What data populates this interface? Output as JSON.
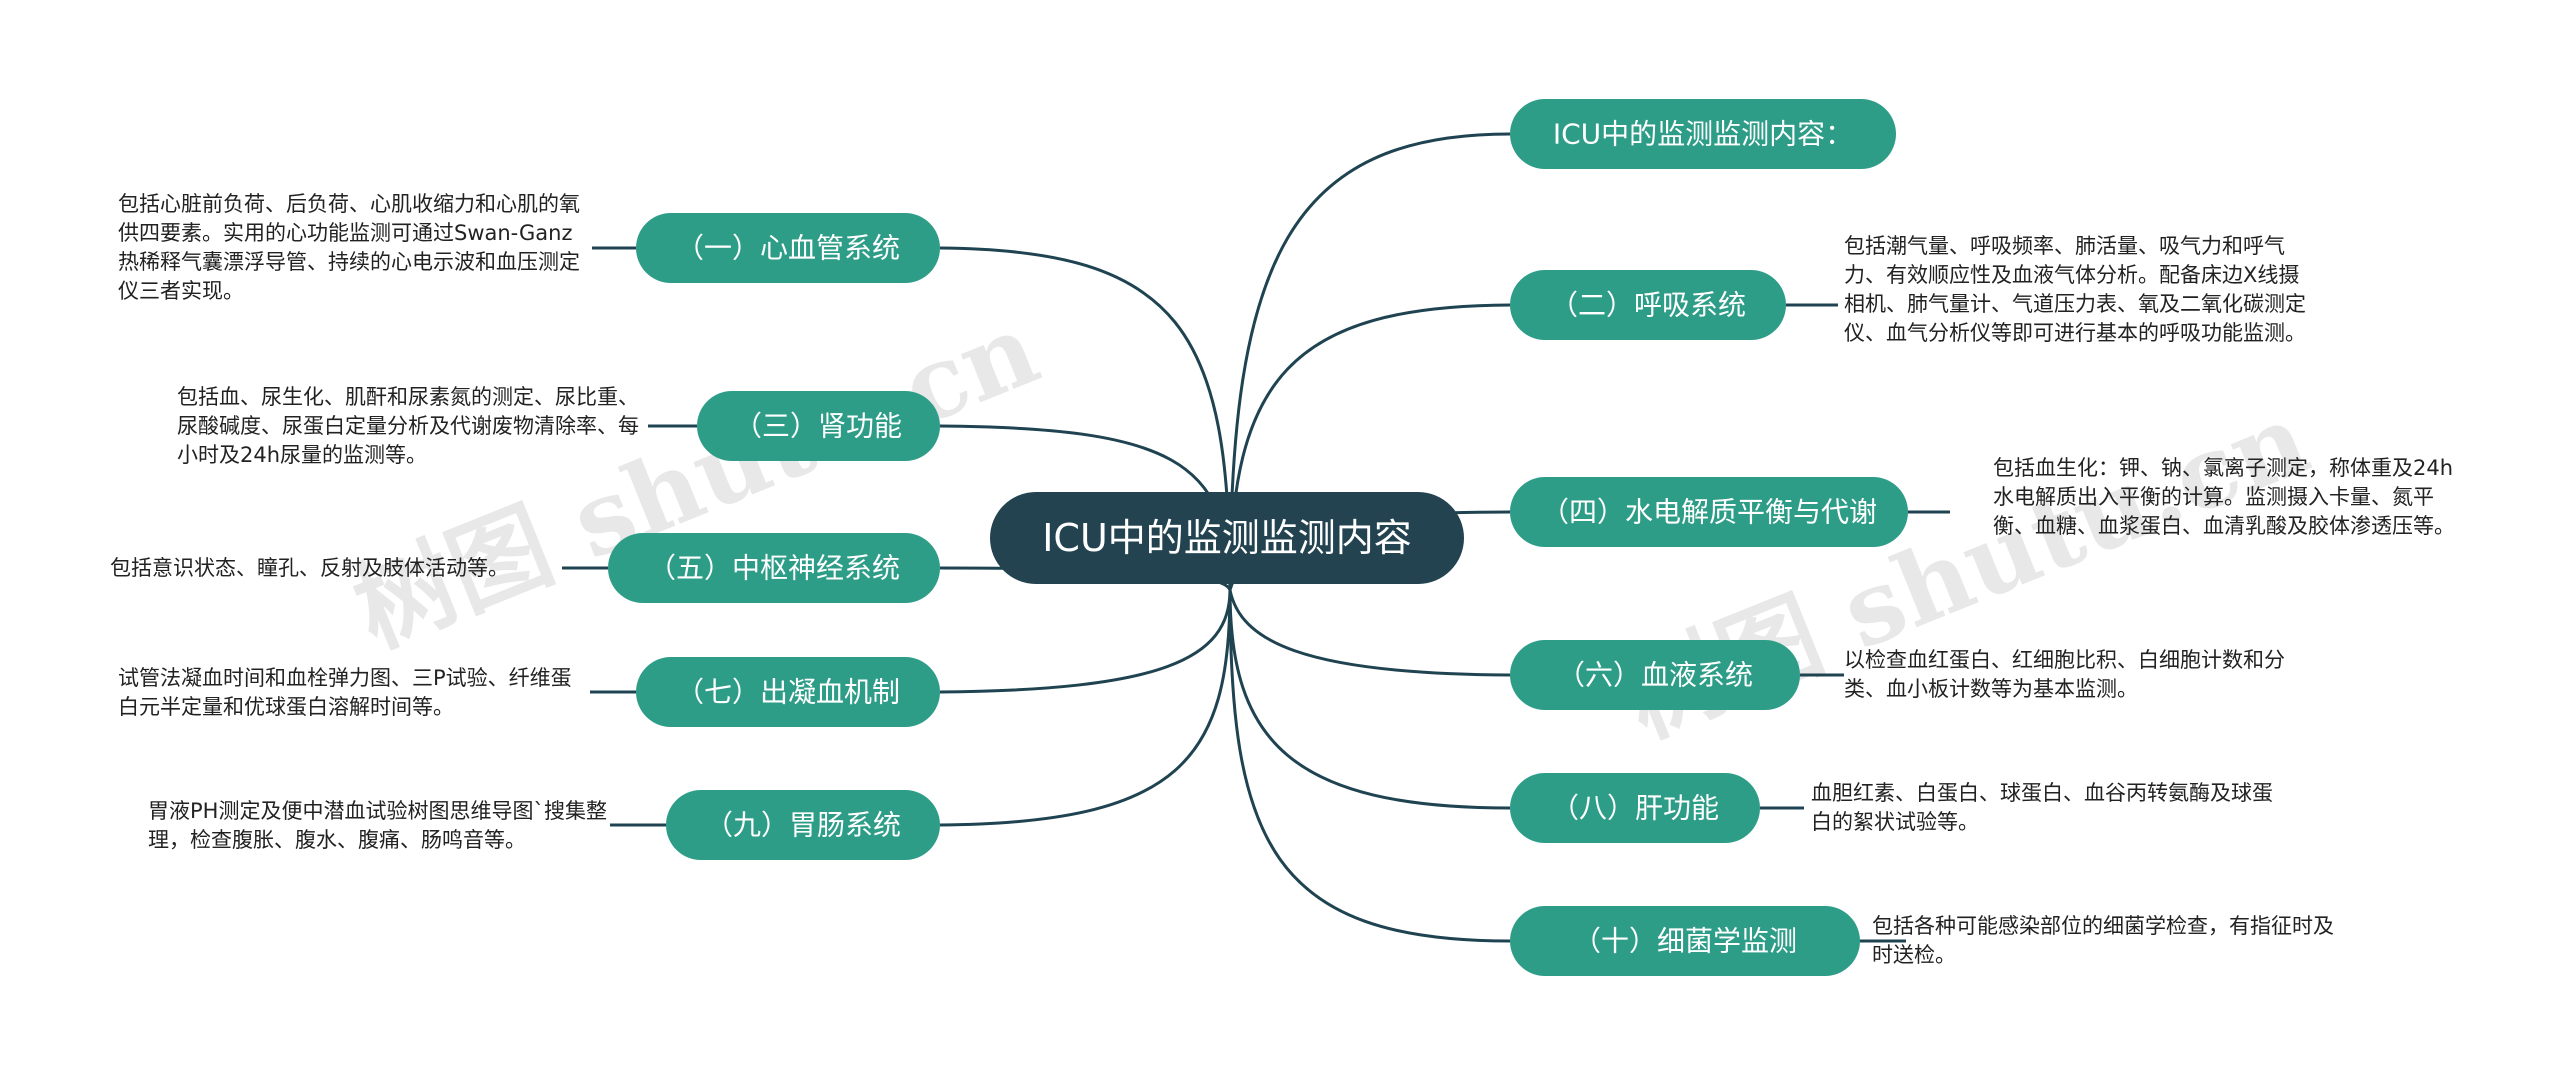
{
  "colors": {
    "root_fill": "#234350",
    "branch_fill": "#2e9d88",
    "line": "#1f4351",
    "text_dark": "#222222"
  },
  "watermark": "树图 shutu.cn",
  "root": {
    "label": "ICU中的监测监测内容"
  },
  "branches": [
    {
      "id": "b1",
      "label": "（一）心血管系统",
      "desc": "包括心脏前负荷、后负荷、心肌收缩力和心肌的氧供四要素。实用的心功能监测可通过Swan-Ganz热稀释气囊漂浮导管、持续的心电示波和血压测定仪三者实现。"
    },
    {
      "id": "b3",
      "label": "（三）肾功能",
      "desc": "包括血、尿生化、肌酐和尿素氮的测定、尿比重、尿酸碱度、尿蛋白定量分析及代谢废物清除率、每小时及24h尿量的监测等。"
    },
    {
      "id": "b5",
      "label": "（五）中枢神经系统",
      "desc": "包括意识状态、瞳孔、反射及肢体活动等。"
    },
    {
      "id": "b7",
      "label": "（七）出凝血机制",
      "desc": "试管法凝血时间和血栓弹力图、三P试验、纤维蛋白元半定量和优球蛋白溶解时间等。"
    },
    {
      "id": "b9",
      "label": "（九）胃肠系统",
      "desc": "胃液PH测定及便中潜血试验树图思维导图`搜集整理，检查腹胀、腹水、腹痛、肠鸣音等。"
    },
    {
      "id": "b0",
      "label": "ICU中的监测监测内容：",
      "desc": ""
    },
    {
      "id": "b2",
      "label": "（二）呼吸系统",
      "desc": "包括潮气量、呼吸频率、肺活量、吸气力和呼气力、有效顺应性及血液气体分析。配备床边X线摄相机、肺气量计、气道压力表、氧及二氧化碳测定仪、血气分析仪等即可进行基本的呼吸功能监测。"
    },
    {
      "id": "b4",
      "label": "（四）水电解质平衡与代谢",
      "desc": "包括血生化：钾、钠、氯离子测定，称体重及24h水电解质出入平衡的计算。监测摄入卡量、氮平衡、血糖、血浆蛋白、血清乳酸及胶体渗透压等。"
    },
    {
      "id": "b6",
      "label": "（六）血液系统",
      "desc": "以检查血红蛋白、红细胞比积、白细胞计数和分类、血小板计数等为基本监测。"
    },
    {
      "id": "b8",
      "label": "（八）肝功能",
      "desc": "血胆红素、白蛋白、球蛋白、血谷丙转氨酶及球蛋白的絮状试验等。"
    },
    {
      "id": "b10",
      "label": "（十）细菌学监测",
      "desc": "包括各种可能感染部位的细菌学检查，有指征时及时送检。"
    }
  ]
}
